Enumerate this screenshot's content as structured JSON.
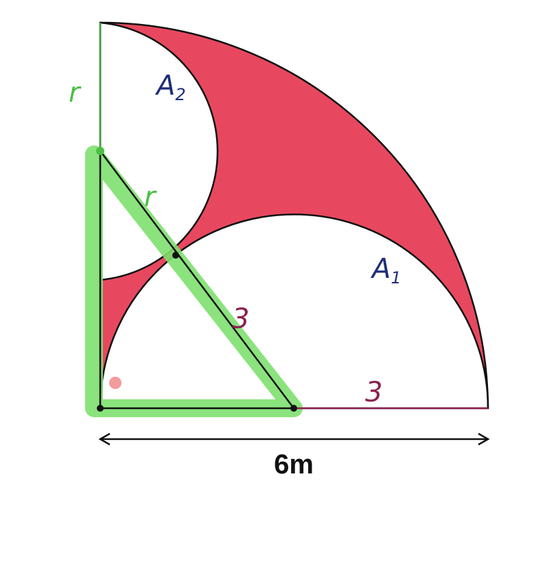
{
  "labels": {
    "r_top": "r",
    "r_hyp": "r",
    "a2": "A",
    "a2_sub": "2",
    "a1": "A",
    "a1_sub": "1",
    "three_hyp": "3",
    "three_base": "3",
    "width": "6m"
  },
  "colors": {
    "shaded": "#e8485f",
    "outline": "#111111",
    "highlight": "#7ee06f",
    "green_label": "#4cbf45",
    "navy_label": "#1f2e7a",
    "maroon_label": "#8b1f4f"
  },
  "dimensions": {
    "quarter_circle_radius": 6,
    "small_circle_radius": 2,
    "semicircle_radius": 3
  }
}
